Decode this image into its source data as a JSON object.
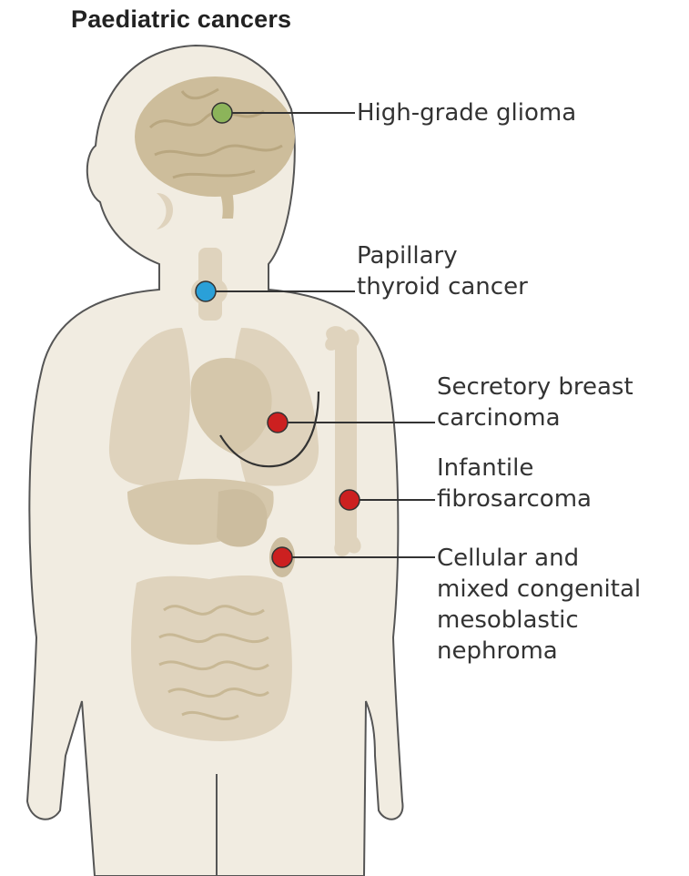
{
  "title": "Paediatric cancers",
  "colors": {
    "body_fill": "#f1ece1",
    "organ_fill": "#dfd3bd",
    "brain_fill": "#cdbd9b",
    "outline": "#555555",
    "leader": "#333333",
    "marker_glioma": "#8cb45a",
    "marker_thyroid": "#2aa0d8",
    "marker_red": "#cc2020"
  },
  "annotations": [
    {
      "id": "glioma",
      "organ": "brain",
      "lines": [
        "High-grade glioma"
      ],
      "marker_color": "#8cb45a"
    },
    {
      "id": "thyroid",
      "organ": "thyroid",
      "lines": [
        "Papillary",
        "thyroid cancer"
      ],
      "marker_color": "#2aa0d8"
    },
    {
      "id": "breast",
      "organ": "breast",
      "lines": [
        "Secretory breast",
        "carcinoma"
      ],
      "marker_color": "#cc2020"
    },
    {
      "id": "fibrosarcoma",
      "organ": "arm bone",
      "lines": [
        "Infantile",
        "fibrosarcoma"
      ],
      "marker_color": "#cc2020"
    },
    {
      "id": "nephroma",
      "organ": "kidney",
      "lines": [
        "Cellular and",
        "mixed congenital",
        "mesoblastic",
        "nephroma"
      ],
      "marker_color": "#cc2020"
    }
  ]
}
